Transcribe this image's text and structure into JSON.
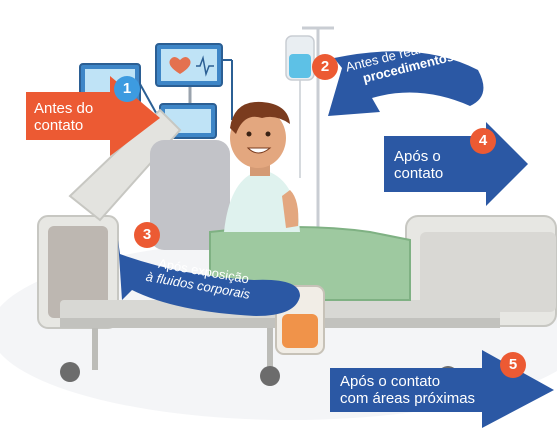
{
  "steps": [
    {
      "number": "1",
      "line1": "Antes do",
      "line2": "contato"
    },
    {
      "number": "2",
      "line1": "Antes de realizar",
      "line2": "procedimentos"
    },
    {
      "number": "3",
      "line1": "Após exposição",
      "line2": "à fluidos corporais"
    },
    {
      "number": "4",
      "line1": "Após o",
      "line2": "contato"
    },
    {
      "number": "5",
      "line1": "Após o contato",
      "line2": "com áreas próximas"
    }
  ],
  "colors": {
    "orange": "#ec5a33",
    "blue": "#2b58a4",
    "number_bg": "#ec5a33",
    "number_bg_1": "#3d9be0"
  }
}
